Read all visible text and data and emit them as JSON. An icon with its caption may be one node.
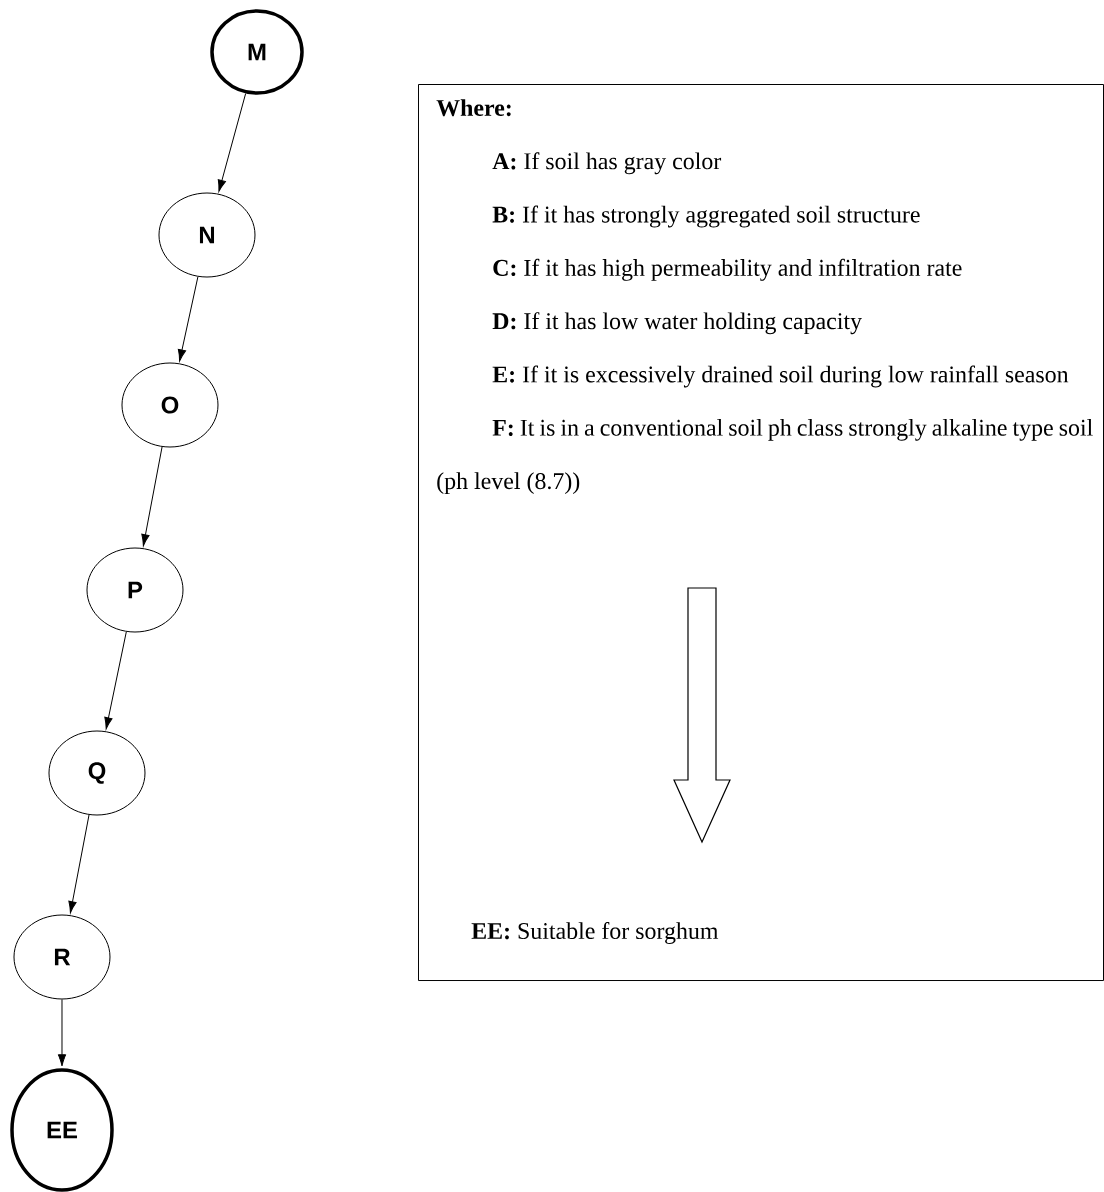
{
  "diagram": {
    "nodes": [
      {
        "text": [
          "M"
        ]
      },
      {
        "text": [
          "N"
        ]
      },
      {
        "text": [
          "O"
        ]
      },
      {
        "text": [
          "P"
        ]
      },
      {
        "text": [
          "Q"
        ]
      },
      {
        "text": [
          "R"
        ]
      },
      {
        "text": [
          "EE"
        ]
      },
      {
        "text": [
          "Where:",
          "**A:** If soil has gray color",
          "**B:** If it has strongly aggregated soil structure",
          "**C:** If it has high permeability and infiltration rate",
          "**D:** If it has low water holding capacity",
          "**E:** If it is excessively drained soil during low rainfall season",
          "**F:** It is in a conventional soil ph class strongly alkaline type soil (ph level (8.7))"
        ]
      },
      {
        "text": [
          "**EE:** Suitable for sorghum"
        ],
        "in": 7
      }
    ],
    "edges": [
      {
        "from": 0,
        "to": 1,
        "arrow": "to"
      },
      {
        "from": 1,
        "to": 2,
        "arrow": "to"
      },
      {
        "from": 2,
        "to": 3,
        "arrow": "to"
      },
      {
        "from": 3,
        "to": 4,
        "arrow": "to"
      },
      {
        "from": 4,
        "to": 5,
        "arrow": "to"
      },
      {
        "from": 5,
        "to": 6,
        "arrow": "to"
      },
      {
        "from": 7,
        "to": 8,
        "arrow": "to"
      }
    ]
  }
}
